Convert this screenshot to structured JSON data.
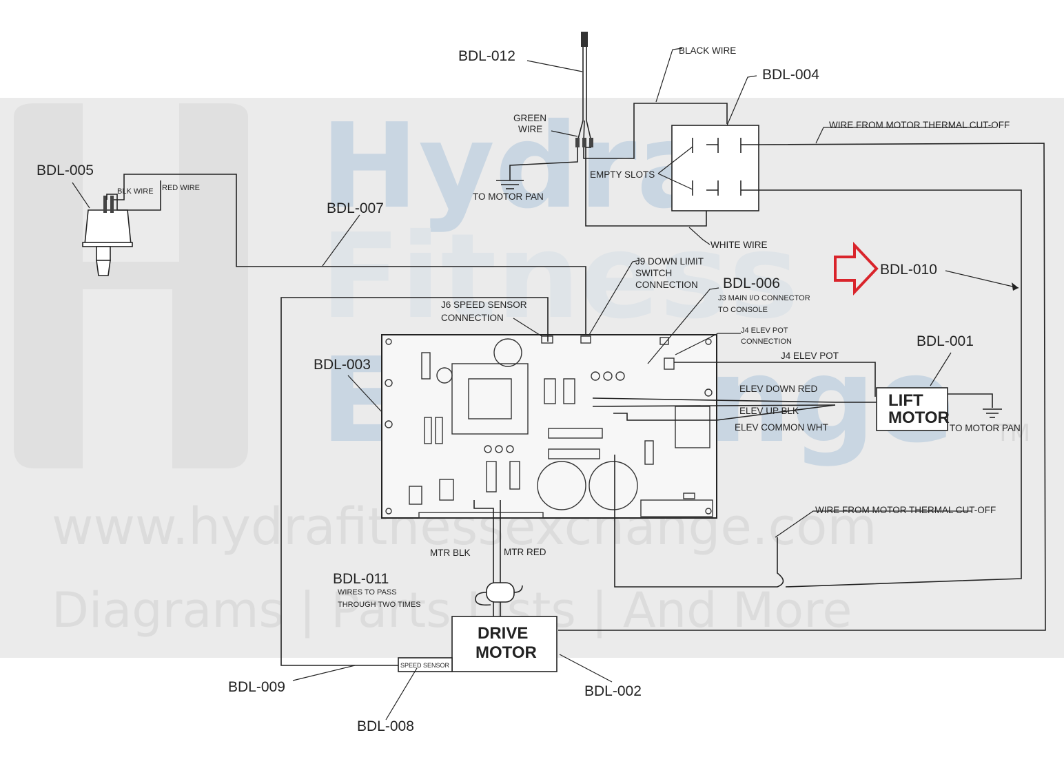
{
  "watermark": {
    "brand_line1": "Hydra",
    "brand_line2": "Fitness",
    "brand_line3": "Exchange",
    "trademark": "TM",
    "url": "www.hydrafitnessexchange.com",
    "tagline": "Diagrams | Parts Lists | And More"
  },
  "parts": {
    "bdl_001": "BDL-001",
    "bdl_002": "BDL-002",
    "bdl_003": "BDL-003",
    "bdl_004": "BDL-004",
    "bdl_005": "BDL-005",
    "bdl_006": "BDL-006",
    "bdl_007": "BDL-007",
    "bdl_008": "BDL-008",
    "bdl_009": "BDL-009",
    "bdl_010": "BDL-010",
    "bdl_011": "BDL-011",
    "bdl_012": "BDL-012"
  },
  "labels": {
    "black_wire": "BLACK WIRE",
    "green_wire_1": "GREEN",
    "green_wire_2": "WIRE",
    "to_motor_pan_top": "TO MOTOR PAN",
    "empty_slots": "EMPTY SLOTS",
    "wire_thermal_top": "WIRE FROM MOTOR THERMAL CUT-OFF",
    "white_wire": "WHITE WIRE",
    "blk_wire": "BLK WIRE",
    "red_wire": "RED WIRE",
    "j9_1": "J9 DOWN LIMIT",
    "j9_2": "SWITCH",
    "j9_3": "CONNECTION",
    "j3_1": "J3 MAIN I/O CONNECTOR",
    "j3_2": "TO CONSOLE",
    "j6_1": "J6 SPEED SENSOR",
    "j6_2": "CONNECTION",
    "j4_1": "J4 ELEV POT",
    "j4_2": "CONNECTION",
    "j4_elev_pot": "J4 ELEV POT",
    "elev_down_red": "ELEV DOWN RED",
    "elev_up_blk": "ELEV UP BLK",
    "elev_common_wht": "ELEV COMMON WHT",
    "lift_motor_1": "LIFT",
    "lift_motor_2": "MOTOR",
    "to_motor_pan_right": "TO MOTOR PAN",
    "wire_thermal_bottom": "WIRE FROM MOTOR THERMAL CUT-OFF",
    "mtr_blk": "MTR BLK",
    "mtr_red": "MTR RED",
    "wires_pass_1": "WIRES TO PASS",
    "wires_pass_2": "THROUGH TWO TIMES",
    "drive_motor_1": "DRIVE",
    "drive_motor_2": "MOTOR",
    "speed_sensor": "SPEED SENSOR"
  },
  "colors": {
    "callout_arrow": "#d9242b",
    "watermark_band": "#ebebeb"
  }
}
